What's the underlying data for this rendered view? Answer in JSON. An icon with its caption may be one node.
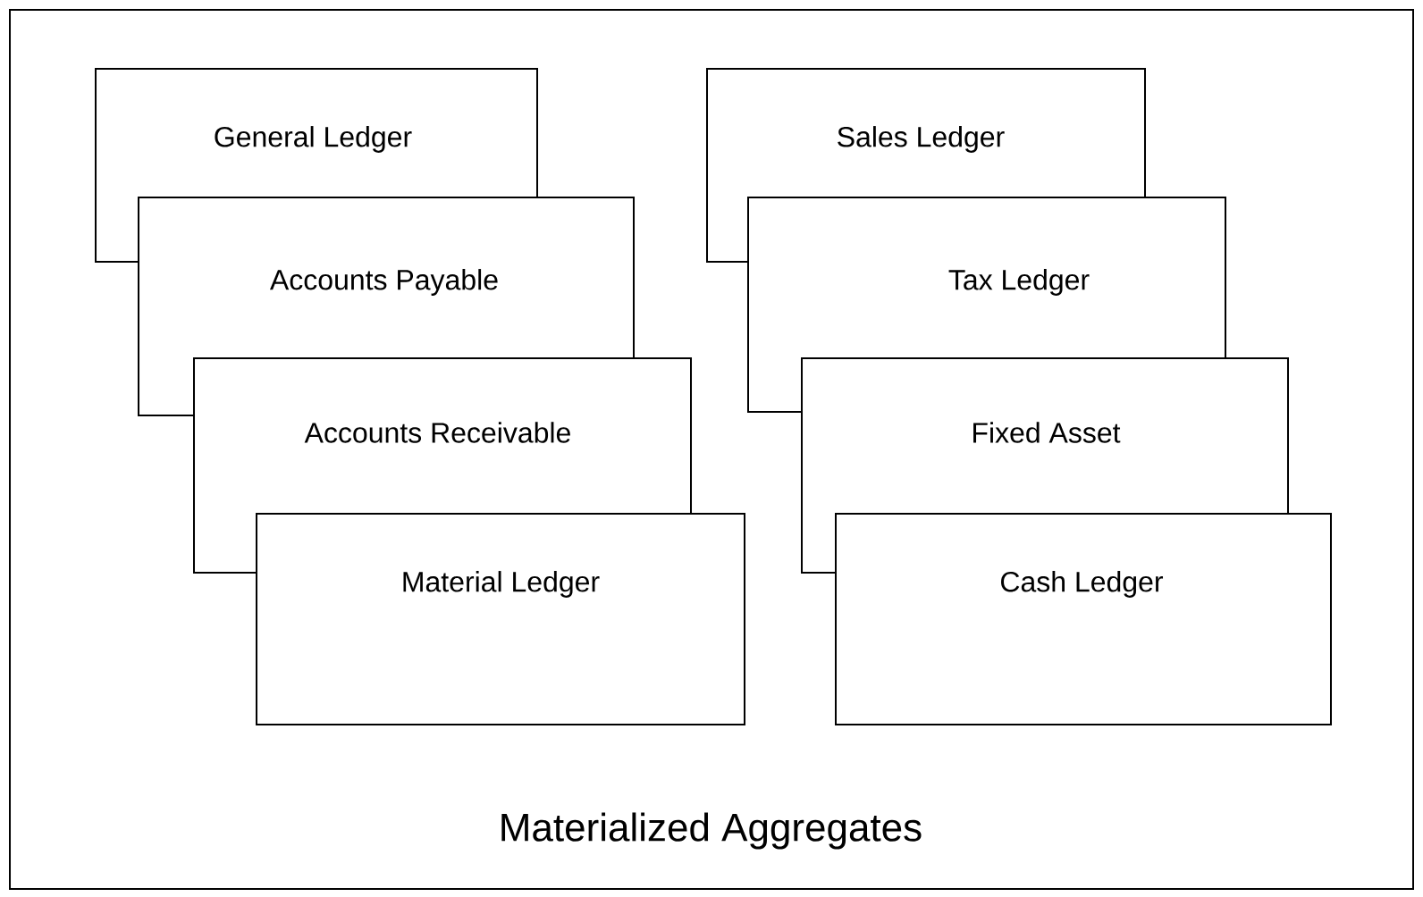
{
  "diagram": {
    "nodes": [
      {
        "text": [
          "Materialized Aggregates"
        ]
      },
      {
        "text": [
          "General Ledger"
        ],
        "in": 0
      },
      {
        "text": [
          "Accounts Payable"
        ],
        "in": 0
      },
      {
        "text": [
          "Accounts Receivable"
        ],
        "in": 0
      },
      {
        "text": [
          "Material Ledger"
        ],
        "in": 0
      },
      {
        "text": [
          "Sales Ledger"
        ],
        "in": 0
      },
      {
        "text": [
          "Tax Ledger"
        ],
        "in": 0
      },
      {
        "text": [
          "Fixed Asset"
        ],
        "in": 0
      },
      {
        "text": [
          "Cash Ledger"
        ],
        "in": 0
      }
    ]
  }
}
